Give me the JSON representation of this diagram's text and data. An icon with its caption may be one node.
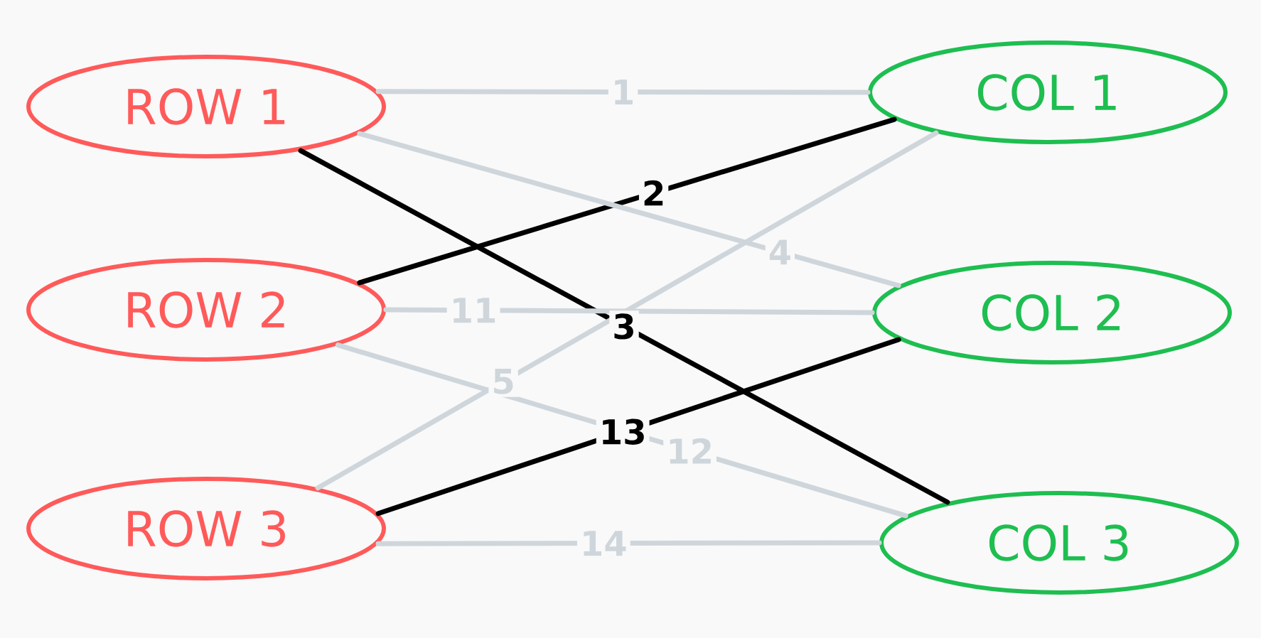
{
  "diagram": {
    "nodes": [
      {
        "text": [
          "ROW 1"
        ]
      },
      {
        "text": [
          "ROW 2"
        ]
      },
      {
        "text": [
          "ROW 3"
        ]
      },
      {
        "text": [
          "COL 1"
        ]
      },
      {
        "text": [
          "COL 2"
        ]
      },
      {
        "text": [
          "COL 3"
        ]
      }
    ],
    "edges": [
      {
        "from": 0,
        "to": 3,
        "arrow": "none",
        "label": "1"
      },
      {
        "from": 1,
        "to": 3,
        "arrow": "none",
        "label": "2",
        "color": "#000000"
      },
      {
        "from": 0,
        "to": 5,
        "arrow": "none",
        "label": "3",
        "color": "#000000"
      },
      {
        "from": 0,
        "to": 4,
        "arrow": "none",
        "label": "4"
      },
      {
        "from": 2,
        "to": 3,
        "arrow": "none",
        "label": "5"
      },
      {
        "from": 1,
        "to": 4,
        "arrow": "none",
        "label": "11"
      },
      {
        "from": 1,
        "to": 5,
        "arrow": "none",
        "label": "12"
      },
      {
        "from": 2,
        "to": 4,
        "arrow": "none",
        "label": "13",
        "color": "#000000"
      },
      {
        "from": 2,
        "to": 5,
        "arrow": "none",
        "label": "14"
      }
    ]
  }
}
